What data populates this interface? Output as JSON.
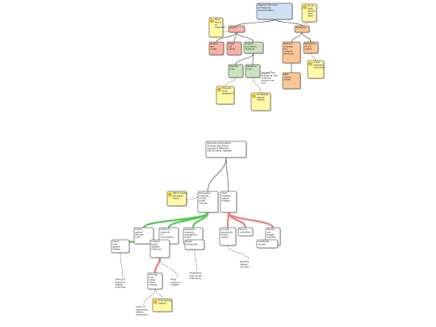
{
  "top_map": {
    "root": {
      "lines": [
        "Network Structure",
        "of Temporal",
        "Argumentation"
      ]
    },
    "note_left": {
      "lines": [
        "Each",
        "fact is",
        "an",
        "argument"
      ]
    },
    "note_right": {
      "lines": [
        "Do all",
        "facts",
        "persist",
        "over",
        "time?"
      ]
    },
    "branch_left": {
      "lines": [
        "Claims"
      ]
    },
    "branch_right": {
      "lines": [
        "Revisions"
      ]
    },
    "c1": {
      "lines": [
        "Claims",
        "are",
        "nodes"
      ]
    },
    "c2": {
      "lines": [
        "Edges",
        "link",
        "claims"
      ]
    },
    "c3": {
      "lines": [
        "Support",
        "and attack",
        "relations"
      ]
    },
    "r1": {
      "lines": [
        "Revision",
        "changes",
        "the",
        "network",
        "structure"
      ]
    },
    "r2": {
      "lines": [
        "Retraction",
        "of old",
        "claims"
      ]
    },
    "r3": {
      "lines": [
        "New",
        "claims",
        "added"
      ]
    },
    "g1": {
      "lines": [
        "Positive",
        "links"
      ]
    },
    "g2": {
      "lines": [
        "Negative",
        "links"
      ]
    },
    "question_left": {
      "lines": [
        "How are",
        "links",
        "weighted?"
      ]
    },
    "question_center": {
      "lines": [
        "Do attacks",
        "always",
        "defeat?"
      ]
    },
    "question_right": {
      "lines": [
        "Is this",
        "repeated",
        "over time?"
      ]
    },
    "annotation_center": {
      "lines": [
        "Weights may",
        "change as new",
        "evidence",
        "arrives over",
        "time"
      ]
    }
  },
  "bottom_map": {
    "root": {
      "lines": [
        "Persuading Population",
        "Through Structured",
        "Argument Networks",
        "with Dynamic Updates"
      ]
    },
    "note": {
      "lines": [
        "Which claims",
        "persuade",
        "most?"
      ]
    },
    "l1a": {
      "lines": [
        "Persuasion",
        "networks",
        "model",
        "belief",
        "change"
      ]
    },
    "l1b": {
      "lines": [
        "Trust",
        "between",
        "agents",
        "matters"
      ]
    },
    "m1": {
      "lines": [
        "Claims",
        "spread",
        "through",
        "links"
      ]
    },
    "m2": {
      "lines": [
        "Influence",
        "depends",
        "on",
        "connectivity"
      ]
    },
    "m3": {
      "lines": [
        "Repeated",
        "exposure",
        "strengthens",
        "belief"
      ]
    },
    "m4": {
      "lines": [
        "Counter",
        "arguments",
        "reduce",
        "uptake"
      ]
    },
    "m5": {
      "lines": [
        "Source",
        "credibility"
      ]
    },
    "m6": {
      "lines": [
        "Attacks",
        "can",
        "trigger",
        "backfire"
      ]
    },
    "d1": {
      "lines": [
        "Direct",
        "links",
        "spread",
        "fastest"
      ]
    },
    "d2": {
      "lines": [
        "Indirect",
        "paths",
        "weaken",
        "influence"
      ]
    },
    "d3": {
      "lines": [
        "Belief",
        "thresholds"
      ]
    },
    "d4": {
      "lines": [
        "Strongly",
        "held",
        "views",
        "resist",
        "change"
      ]
    },
    "d5": {
      "lines": [
        "Credibility",
        "decays"
      ]
    },
    "q1": {
      "lines": [
        "Does timing",
        "matter?"
      ]
    },
    "annotation_left": {
      "lines": [
        "Timing of",
        "exposure",
        "shapes",
        "outcomes"
      ]
    },
    "annotation_mid": {
      "lines": [
        "Thresholds",
        "vary across",
        "individuals"
      ]
    },
    "annotation_right": {
      "lines": [
        "Backfire",
        "effects",
        "are rare"
      ]
    },
    "annotation_far": {
      "lines": [
        "Early",
        "exposure",
        "matters"
      ]
    },
    "annotation_bottom": {
      "lines": [
        "Order of",
        "arguments",
        "affects",
        "persuasion"
      ]
    }
  },
  "colors": {
    "root_blue": "#cfe0f5",
    "note_yellow": "#fff9a8",
    "claim_pink": "#f7b2a6",
    "revision_orange": "#fbc796",
    "green_node": "#c9e4bd",
    "white_node": "#ffffff",
    "link_green": "#58c853",
    "link_red": "#ec7c7c",
    "link_dark": "#333333"
  }
}
